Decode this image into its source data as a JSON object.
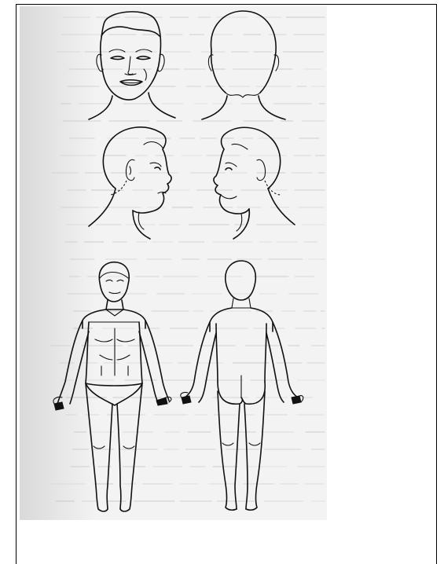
{
  "figure": {
    "views": [
      "head-front",
      "head-back",
      "head-right-profile",
      "head-left-profile",
      "body-front",
      "body-back"
    ],
    "colors": {
      "ink": "#111111",
      "paper_shadow_left": "#d9d9d9",
      "paper": "#f3f3f3",
      "bleed_through_text": "#bdbdbd",
      "frame_border": "#000000"
    }
  }
}
